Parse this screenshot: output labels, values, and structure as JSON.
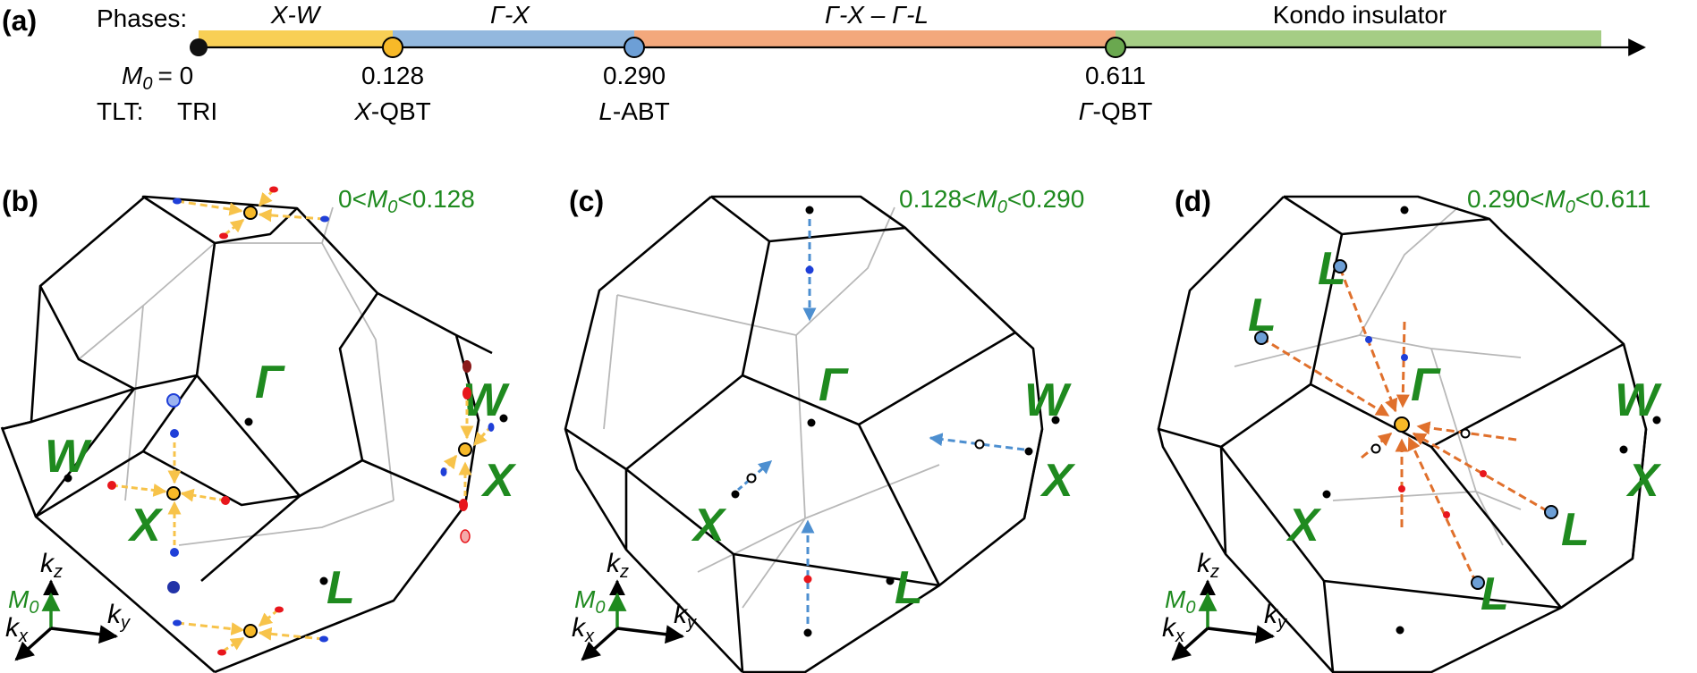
{
  "panel_a": {
    "letter": "(a)",
    "phases_label": "Phases:",
    "phases": [
      {
        "label": "X-W",
        "color": "#f8cf55"
      },
      {
        "label": "Γ-X",
        "color": "#93b8de"
      },
      {
        "label": "Γ-X – Γ-L",
        "color": "#f3a87c"
      },
      {
        "label": "Kondo insulator",
        "color": "#a5cd85"
      }
    ],
    "m0_prefix": "M",
    "m0_sub": "0",
    "m0_eq": "= 0",
    "tlt_label": "TLT:",
    "points": [
      {
        "value": "",
        "tlt_ital": "",
        "tlt_rest": "TRI",
        "color": "#111111"
      },
      {
        "value": "0.128",
        "tlt_ital": "X",
        "tlt_rest": "-QBT",
        "color": "#f7b928"
      },
      {
        "value": "0.290",
        "tlt_ital": "L",
        "tlt_rest": "-ABT",
        "color": "#6d9fd6"
      },
      {
        "value": "0.611",
        "tlt_ital": "Γ",
        "tlt_rest": "-QBT",
        "color": "#6aa84f"
      }
    ]
  },
  "panel_b": {
    "letter": "(b)",
    "range_pre": "0<",
    "range_m": "M",
    "range_sub": "0",
    "range_post": "<0.128"
  },
  "panel_c": {
    "letter": "(c)",
    "range_pre": "0.128<",
    "range_m": "M",
    "range_sub": "0",
    "range_post": "<0.290"
  },
  "panel_d": {
    "letter": "(d)",
    "range_pre": "0.290<",
    "range_m": "M",
    "range_sub": "0",
    "range_post": "<0.611"
  },
  "points": {
    "gamma": "Γ",
    "x": "X",
    "w": "W",
    "l": "L"
  },
  "axes": {
    "kz": "k",
    "kz_sub": "z",
    "kx": "k",
    "kx_sub": "x",
    "ky": "k",
    "ky_sub": "y",
    "m0": "M",
    "m0_sub": "0"
  },
  "colors": {
    "axis_green": "#1f8a1f",
    "red": "#e8161c",
    "blue": "#1f3fd8",
    "yellow_arrow": "#f7c34a",
    "blue_arrow": "#4d8fd0",
    "orange_arrow": "#e0702c"
  }
}
